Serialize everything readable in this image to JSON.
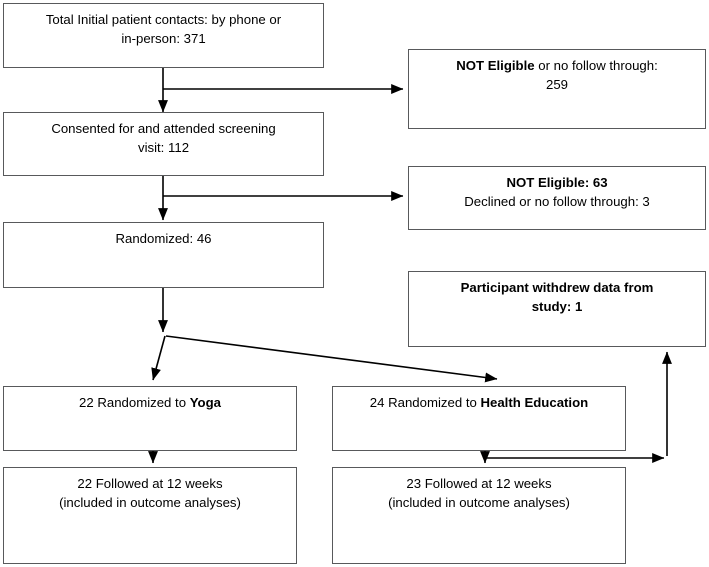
{
  "diagram": {
    "title": "CONSORT participant flow diagram",
    "stroke_color": "#58595b",
    "text_color": "#000000",
    "background": "#ffffff",
    "nodes": [
      {
        "id": "initial-contacts",
        "name": "node-initial-contacts",
        "lines": [
          {
            "segments": [
              {
                "text": "Total Initial patient contacts: by phone or",
                "bold": false
              }
            ]
          },
          {
            "segments": [
              {
                "text": "in-person: 371",
                "bold": false
              }
            ]
          }
        ]
      },
      {
        "id": "not-eligible-1",
        "name": "node-not-eligible-no-follow-through",
        "lines": [
          {
            "segments": [
              {
                "text": "NOT Eligible",
                "bold": true
              },
              {
                "text": " or no follow through:",
                "bold": false
              }
            ]
          },
          {
            "segments": [
              {
                "text": "259",
                "bold": false
              }
            ]
          }
        ]
      },
      {
        "id": "screening-visit",
        "name": "node-consented-screening-visit",
        "lines": [
          {
            "segments": [
              {
                "text": "Consented for and attended screening",
                "bold": false
              }
            ]
          },
          {
            "segments": [
              {
                "text": "visit: 112",
                "bold": false
              }
            ]
          }
        ]
      },
      {
        "id": "not-eligible-2",
        "name": "node-not-eligible-declined",
        "lines": [
          {
            "segments": [
              {
                "text": "NOT Eligible:  63",
                "bold": true
              }
            ]
          },
          {
            "segments": [
              {
                "text": "Declined or no follow through: 3",
                "bold": false
              }
            ]
          }
        ]
      },
      {
        "id": "randomized",
        "name": "node-randomized",
        "lines": [
          {
            "segments": [
              {
                "text": "Randomized:  46",
                "bold": false
              }
            ]
          }
        ]
      },
      {
        "id": "withdrew",
        "name": "node-participant-withdrew",
        "lines": [
          {
            "segments": [
              {
                "text": "Participant withdrew data from",
                "bold": true
              }
            ]
          },
          {
            "segments": [
              {
                "text": "study: 1",
                "bold": true
              }
            ]
          }
        ]
      },
      {
        "id": "arm-yoga",
        "name": "node-randomized-to-yoga",
        "lines": [
          {
            "segments": [
              {
                "text": "22 Randomized to ",
                "bold": false
              },
              {
                "text": "Yoga",
                "bold": true
              }
            ]
          }
        ]
      },
      {
        "id": "arm-health-education",
        "name": "node-randomized-to-health-education",
        "lines": [
          {
            "segments": [
              {
                "text": "24 Randomized to ",
                "bold": false
              },
              {
                "text": "Health Education",
                "bold": true
              }
            ]
          }
        ]
      },
      {
        "id": "followed-yoga",
        "name": "node-followed-yoga",
        "lines": [
          {
            "segments": [
              {
                "text": "22 Followed at 12 weeks",
                "bold": false
              }
            ]
          },
          {
            "segments": [
              {
                "text": "(included in outcome analyses)",
                "bold": false
              }
            ]
          }
        ]
      },
      {
        "id": "followed-health-education",
        "name": "node-followed-health-education",
        "lines": [
          {
            "segments": [
              {
                "text": "23 Followed at 12 weeks",
                "bold": false
              }
            ]
          },
          {
            "segments": [
              {
                "text": "(included in outcome analyses)",
                "bold": false
              }
            ]
          }
        ]
      }
    ]
  }
}
